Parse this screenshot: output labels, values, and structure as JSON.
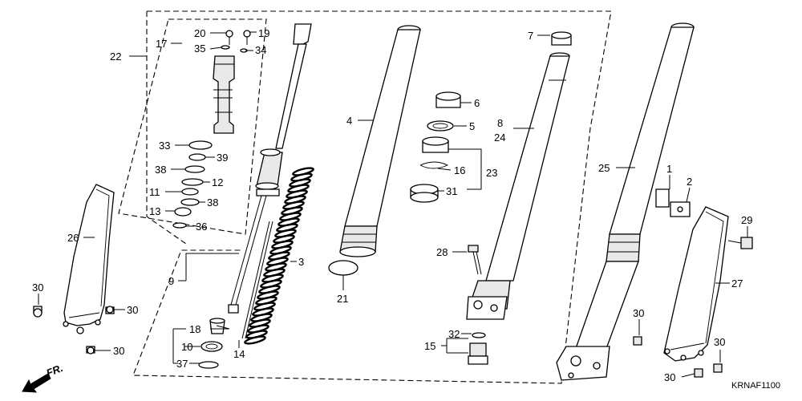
{
  "callouts": {
    "c1": "1",
    "c2": "2",
    "c3": "3",
    "c4": "4",
    "c5": "5",
    "c6": "6",
    "c7": "7",
    "c8": "8",
    "c9": "9",
    "c10": "10",
    "c11": "11",
    "c12": "12",
    "c13": "13",
    "c14": "14",
    "c15": "15",
    "c16": "16",
    "c17": "17",
    "c18": "18",
    "c19": "19",
    "c20": "20",
    "c21": "21",
    "c22": "22",
    "c23": "23",
    "c24": "24",
    "c25": "25",
    "c26": "26",
    "c27": "27",
    "c28": "28",
    "c29": "29",
    "c30a": "30",
    "c30b": "30",
    "c30c": "30",
    "c30d": "30",
    "c30e": "30",
    "c30f": "30",
    "c31": "31",
    "c32": "32",
    "c33": "33",
    "c34": "34",
    "c35": "35",
    "c36": "36",
    "c37": "37",
    "c38a": "38",
    "c38b": "38",
    "c39": "39"
  },
  "direction_label": "FR.",
  "diagram_code": "KRNAF1100"
}
